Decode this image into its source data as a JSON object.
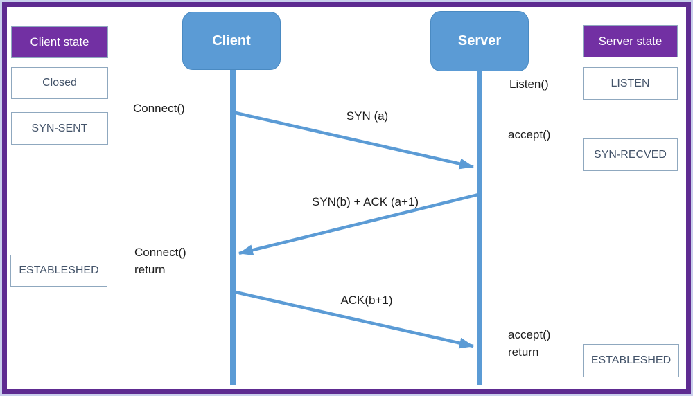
{
  "diagram": {
    "type": "sequence-diagram",
    "subject": "TCP 3-way handshake between Client and Server"
  },
  "colors": {
    "accent_blue": "#5b9bd5",
    "header_purple": "#7230a3",
    "frame_purple": "#5e2b91",
    "frame_outline": "#c9cfec",
    "state_text": "#44546a",
    "state_border": "#8fa8bf",
    "label_text": "#1c1c1c"
  },
  "lifelines": {
    "client": "Client",
    "server": "Server"
  },
  "client_column": {
    "header": "Client state",
    "states": [
      "Closed",
      "SYN-SENT",
      "ESTABLESHED"
    ]
  },
  "server_column": {
    "header": "Server state",
    "states": [
      "LISTEN",
      "SYN-RECVED",
      "ESTABLESHED"
    ]
  },
  "events": {
    "connect": "Connect()",
    "listen": "Listen()",
    "accept": "accept()",
    "connect_return": "Connect()\nreturn",
    "accept_return": "accept()\nreturn"
  },
  "messages": [
    "SYN (a)",
    "SYN(b) + ACK (a+1)",
    "ACK(b+1)"
  ]
}
